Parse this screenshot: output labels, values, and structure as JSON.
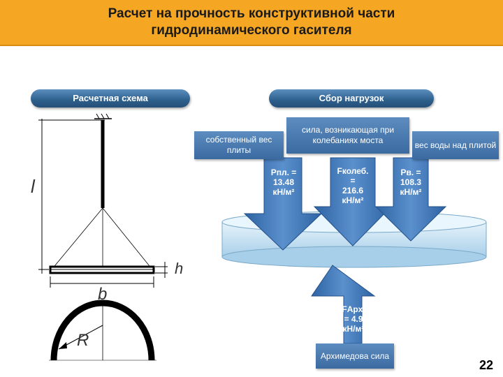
{
  "title": {
    "line1": "Расчет  на прочность конструктивной части",
    "line2": "гидродинамического гасителя"
  },
  "left_pill": "Расчетная схема",
  "right_pill": "Сбор нагрузок",
  "scheme": {
    "label_l": "l",
    "label_h": "h",
    "label_b": "b",
    "label_R": "R"
  },
  "loads": {
    "box1": "собственный вес плиты",
    "box2": "сила, возникающая при колебаниях моста",
    "box3": "вес воды над плитой",
    "arrow1": [
      "Pпл. =",
      "13.48",
      "кН/м²"
    ],
    "arrow2": [
      "Fколеб.",
      "=",
      "216.6",
      "кН/м²"
    ],
    "arrow3": [
      "Pв. =",
      "108.3",
      "кН/м²"
    ],
    "arrow_up": [
      "FАрх.",
      "= 4.9",
      "кН/м²"
    ],
    "box_up": "Архимедова сила"
  },
  "page_number": "22",
  "colors": {
    "title_bg": "#f5a623",
    "blue": "#3a6aa0",
    "disc": "#c9e3f4"
  }
}
